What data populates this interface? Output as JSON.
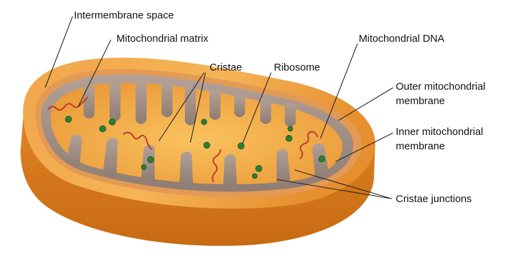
{
  "labels": {
    "intermembrane_space": "Intermembrane space",
    "mitochondrial_matrix": "Mitochondrial matrix",
    "cristae": "Cristae",
    "ribosome": "Ribosome",
    "mitochondrial_dna": "Mitochondrial DNA",
    "outer_membrane_line1": "Outer mitochondrial",
    "outer_membrane_line2": "membrane",
    "inner_membrane_line1": "Inner mitochondrial",
    "inner_membrane_line2": "membrane",
    "cristae_junctions": "Cristae junctions"
  },
  "colors": {
    "outer_membrane": "#f0a042",
    "outer_membrane_dark": "#d97a1f",
    "intermembrane": "#e9a05a",
    "inner_membrane": "#a6938a",
    "matrix": "#f2a948",
    "ribosome": "#2e7d32",
    "dna": "#c0392b",
    "leader_line": "#222222"
  }
}
